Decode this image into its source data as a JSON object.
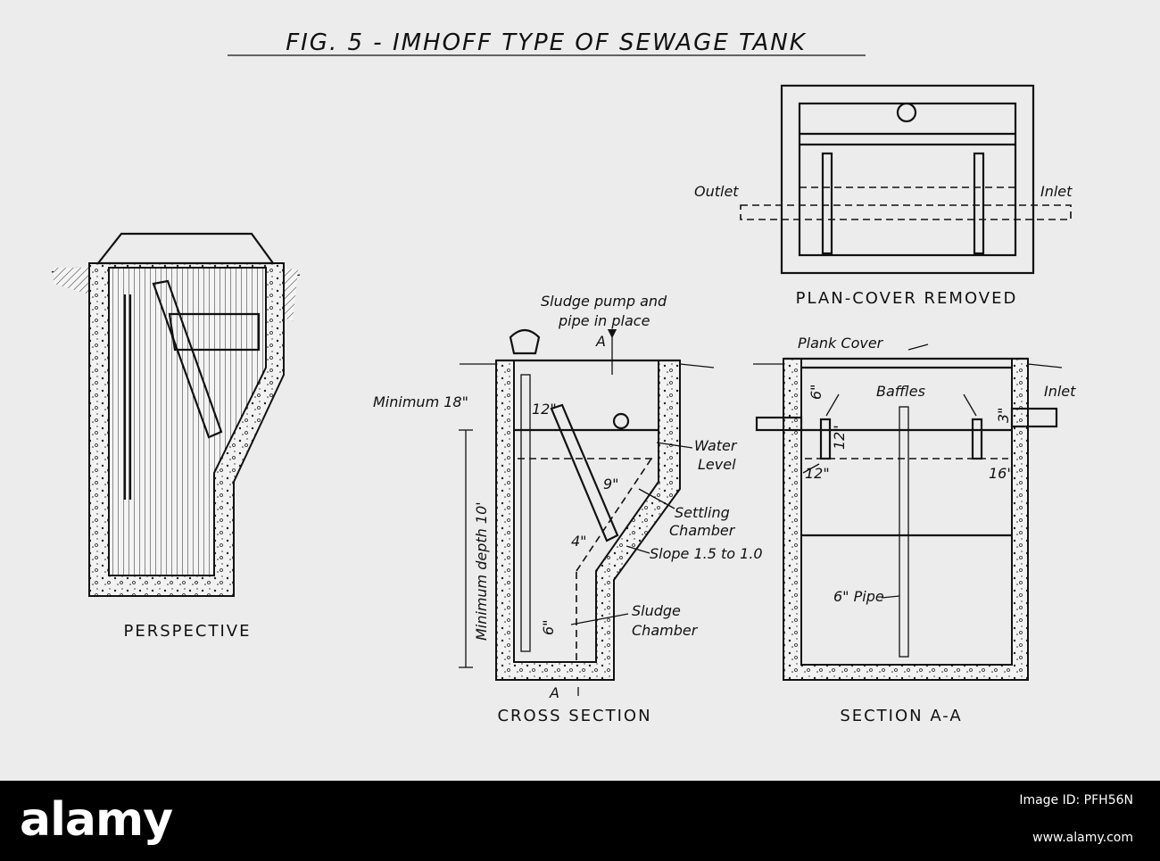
{
  "title": "FIG. 5 - IMHOFF TYPE OF SEWAGE TANK",
  "views": {
    "perspective": {
      "caption": "PERSPECTIVE"
    },
    "cross_section": {
      "caption": "CROSS SECTION",
      "labels": {
        "sludge_pump_1": "Sludge pump and",
        "sludge_pump_2": "pipe in place",
        "section_a_top": "A",
        "section_a_bottom": "A",
        "minimum_18": "Minimum 18\"",
        "dim_12": "12\"",
        "water": "Water",
        "level": "Level",
        "dim_9": "9\"",
        "settling_1": "Settling",
        "settling_2": "Chamber",
        "dim_4": "4\"",
        "slope": "Slope 1.5 to 1.0",
        "minimum_depth": "Minimum depth 10'",
        "sludge_1": "Sludge",
        "sludge_2": "Chamber",
        "dim_6": "6\""
      }
    },
    "plan": {
      "caption": "PLAN-COVER REMOVED",
      "labels": {
        "outlet": "Outlet",
        "inlet": "Inlet"
      }
    },
    "section_aa": {
      "caption": "SECTION A-A",
      "labels": {
        "plank_cover": "Plank Cover",
        "baffles": "Baffles",
        "inlet": "Inlet",
        "dim_6": "6\"",
        "dim_12_vert": "12\"",
        "dim_3": "3\"",
        "dim_12": "12\"",
        "dim_16": "16\"",
        "pipe": "6\" Pipe"
      }
    }
  },
  "footer": {
    "logo": "alamy",
    "image_id_line": "Image ID: PFH56N",
    "url": "www.alamy.com"
  }
}
